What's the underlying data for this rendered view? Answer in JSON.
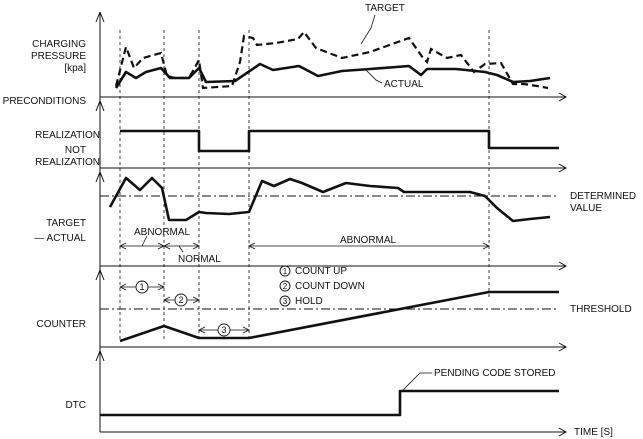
{
  "labels": {
    "charging_pressure": [
      "CHARGING",
      "PRESSURE",
      "[kpa]"
    ],
    "target": "TARGET",
    "actual": "ACTUAL",
    "preconditions": "PRECONDITIONS",
    "realization": "REALIZATION",
    "not_realization": [
      "NOT",
      "REALIZATION"
    ],
    "target_actual": [
      "TARGET",
      "— ACTUAL"
    ],
    "determined_value": [
      "DETERMINED",
      "VALUE"
    ],
    "abnormal_1": "ABNORMAL",
    "normal": "NORMAL",
    "abnormal_2": "ABNORMAL",
    "legend": [
      {
        "num": "1",
        "text": "COUNT UP"
      },
      {
        "num": "2",
        "text": "COUNT DOWN"
      },
      {
        "num": "3",
        "text": "HOLD"
      }
    ],
    "counter": "COUNTER",
    "threshold": "THRESHOLD",
    "dtc": "DTC",
    "pending_code": "PENDING CODE STORED",
    "time_axis": "TIME [S]",
    "interval_nums": [
      "1",
      "2",
      "3"
    ]
  }
}
